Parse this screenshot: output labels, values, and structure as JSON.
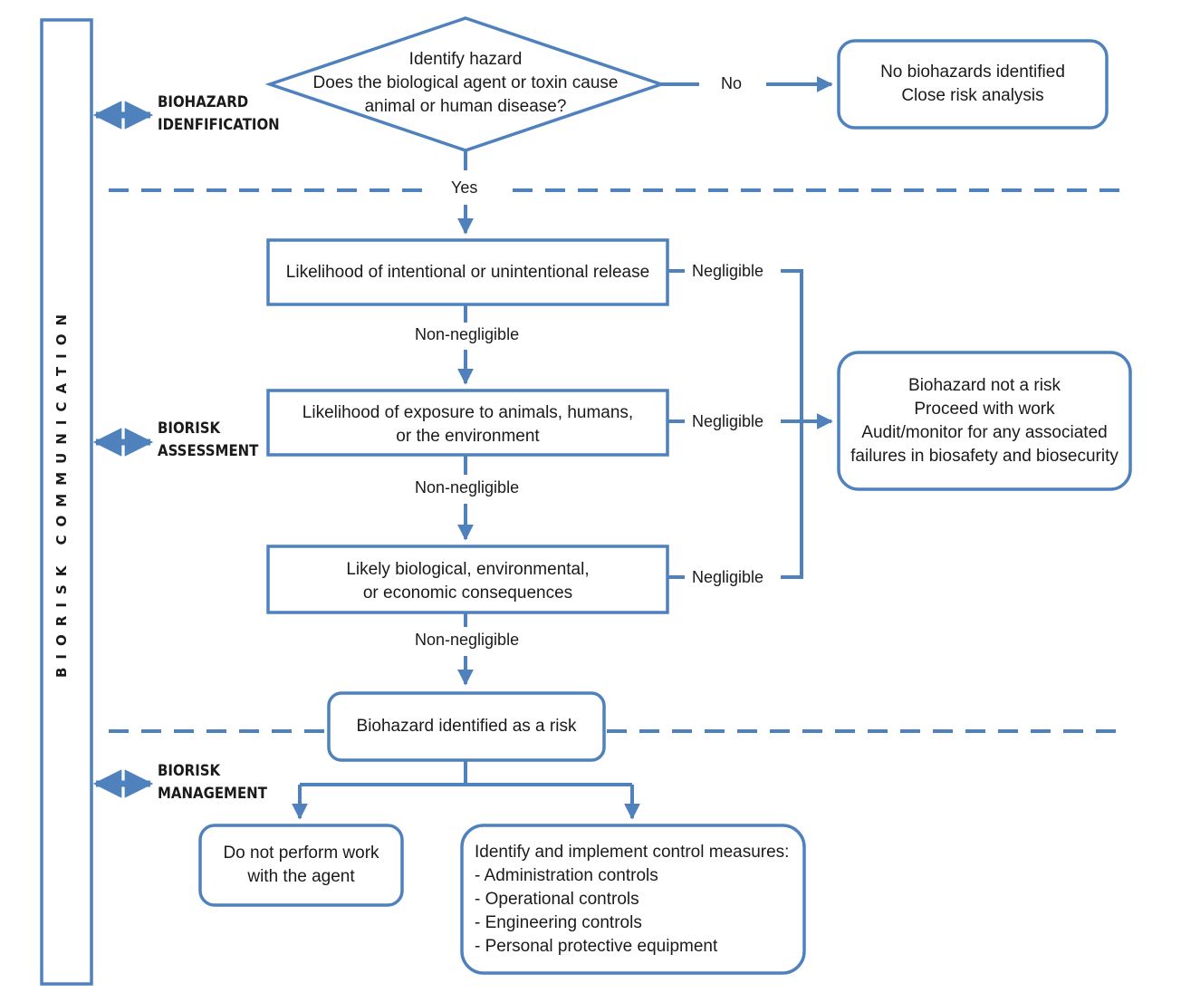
{
  "sidebar": {
    "communication_title": "BIORISK     COMMUNICATION",
    "stages": [
      {
        "line1": "BIOHAZARD",
        "line2": "IDENFIFICATION"
      },
      {
        "line1": "BIORISK",
        "line2": "ASSESSMENT"
      },
      {
        "line1": "BIORISK",
        "line2": "MANAGEMENT"
      }
    ]
  },
  "decision": {
    "line1": "Identify hazard",
    "line2": "Does the biological agent or toxin cause",
    "line3": "animal or human disease?"
  },
  "no_label": "No",
  "yes_label": "Yes",
  "no_result": {
    "line1": "No biohazards identified",
    "line2": "Close risk analysis"
  },
  "steps": [
    {
      "line1": "Likelihood of intentional or unintentional release",
      "line2": ""
    },
    {
      "line1": "Likelihood of exposure to animals, humans,",
      "line2": "or the environment"
    },
    {
      "line1": "Likely biological, environmental,",
      "line2": "or economic consequences"
    }
  ],
  "negligible_label": "Negligible",
  "non_negligible_label": "Non-negligible",
  "not_risk": {
    "line1": "Biohazard not a risk",
    "line2": "Proceed with work",
    "line3": "Audit/monitor for any associated",
    "line4": "failures in biosafety and biosecurity"
  },
  "risk_box": "Biohazard identified as a risk",
  "no_work": {
    "line1": "Do not perform work",
    "line2": "with the agent"
  },
  "controls": {
    "title": "Identify and implement control measures:",
    "items": [
      "- Administration controls",
      "- Operational controls",
      "- Engineering controls",
      "- Personal protective equipment"
    ]
  },
  "colors": {
    "accent": "#4f81bd"
  }
}
